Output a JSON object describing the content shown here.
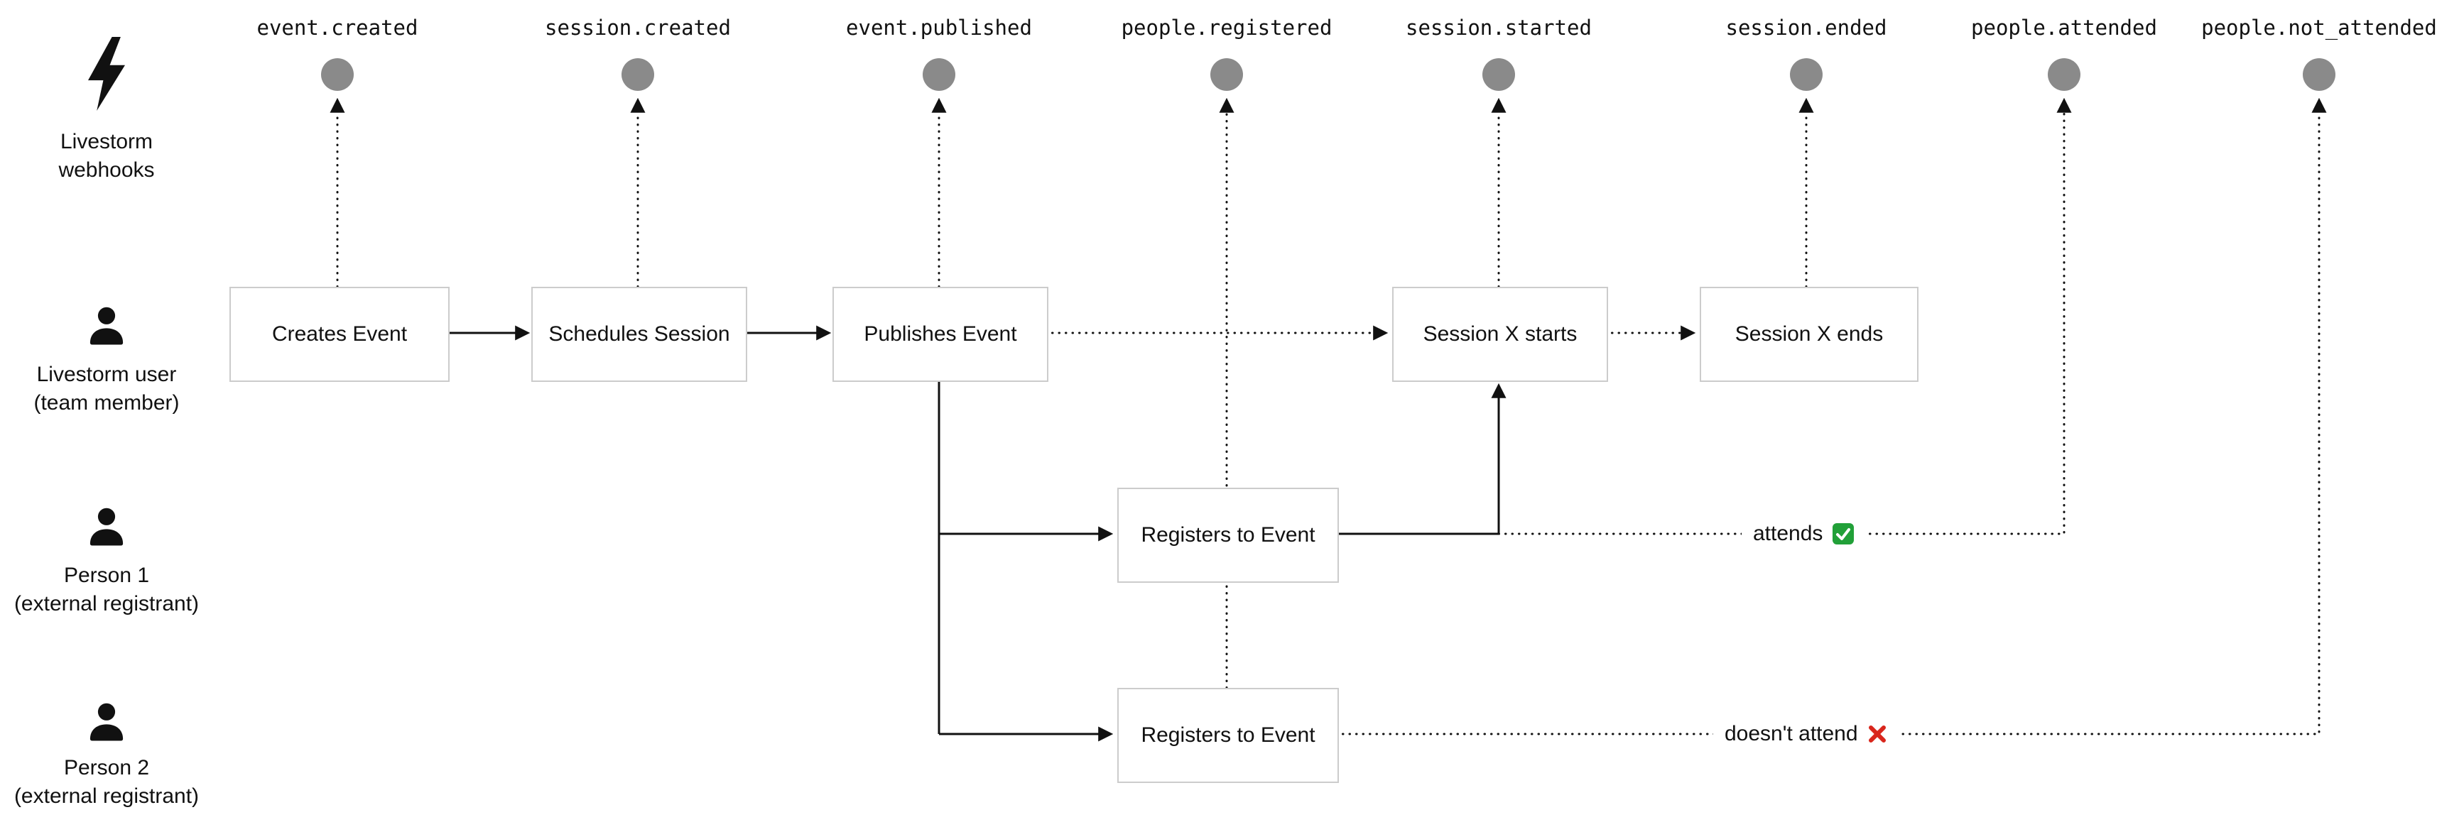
{
  "webhooks": [
    "event.created",
    "session.created",
    "event.published",
    "people.registered",
    "session.started",
    "session.ended",
    "people.attended",
    "people.not_attended"
  ],
  "lanes": [
    {
      "line1": "Livestorm",
      "line2": "webhooks"
    },
    {
      "line1": "Livestorm user",
      "line2": "(team member)"
    },
    {
      "line1": "Person 1",
      "line2": "(external registrant)"
    },
    {
      "line1": "Person 2",
      "line2": "(external registrant)"
    }
  ],
  "boxes": {
    "creates": "Creates Event",
    "schedules": "Schedules Session",
    "publishes": "Publishes Event",
    "starts": "Session X starts",
    "ends": "Session X ends",
    "registers1": "Registers to Event",
    "registers2": "Registers to Event"
  },
  "annotations": {
    "attends": "attends",
    "not_attend": "doesn't attend"
  },
  "icons": {
    "lane1": "lightning-icon",
    "lane2": "person-icon",
    "lane3": "person-icon",
    "lane4": "person-icon",
    "attends": "check-icon",
    "not_attend": "cross-icon"
  },
  "colors": {
    "dot": "#8a8a8a",
    "box_border": "#cccccc",
    "green": "#21a038",
    "red": "#d9261c"
  }
}
